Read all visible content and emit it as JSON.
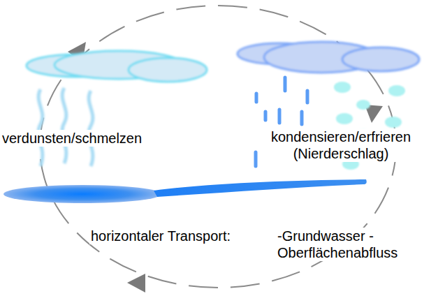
{
  "diagram": {
    "labels": [
      "verdunsten/schmelzen",
      "kondensieren/erfrieren (Nierderschlag)",
      "horizontaler Transport:",
      "-Grundwasser -Oberflächenabfluss"
    ]
  }
}
